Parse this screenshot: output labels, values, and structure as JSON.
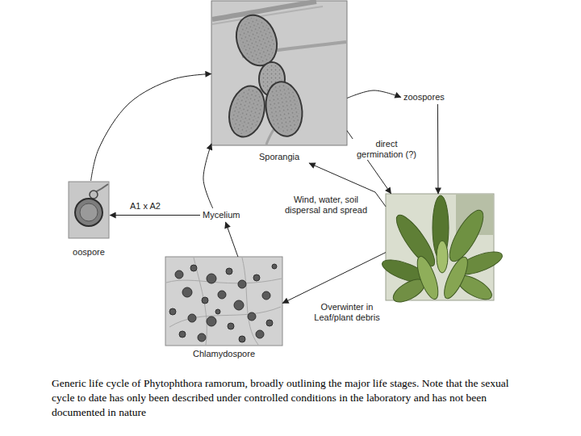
{
  "diagram": {
    "caption": "Generic life cycle of Phytophthora ramorum, broadly outlining the major life stages. Note that the sexual cycle to date has only been described under controlled conditions in the laboratory and has not been documented in nature",
    "nodes": [
      {
        "text": [
          "Sporangia"
        ]
      },
      {
        "text": [
          "zoospores"
        ]
      },
      {
        "text": [
          "oospore"
        ]
      },
      {
        "text": [
          "Mycelium"
        ]
      },
      {
        "text": []
      },
      {
        "text": [
          "Chlamydospore"
        ]
      }
    ],
    "edges": [
      {
        "from": 2,
        "to": 0,
        "arrow": "to"
      },
      {
        "from": 3,
        "to": 2,
        "label": "A1 x A2",
        "arrow": "to"
      },
      {
        "from": 3,
        "to": 0,
        "arrow": "to"
      },
      {
        "from": 0,
        "to": 1,
        "arrow": "to"
      },
      {
        "from": 1,
        "to": 4,
        "arrow": "to"
      },
      {
        "from": 0,
        "to": 4,
        "label": "direct germination (?)",
        "arrow": "to"
      },
      {
        "from": 4,
        "to": 0,
        "label": "Wind, water, soil dispersal and spread",
        "arrow": "to"
      },
      {
        "from": 4,
        "to": 5,
        "label": "Overwinter in Leaf/plant debris",
        "arrow": "to"
      },
      {
        "from": 5,
        "to": 3,
        "arrow": "to"
      }
    ]
  }
}
